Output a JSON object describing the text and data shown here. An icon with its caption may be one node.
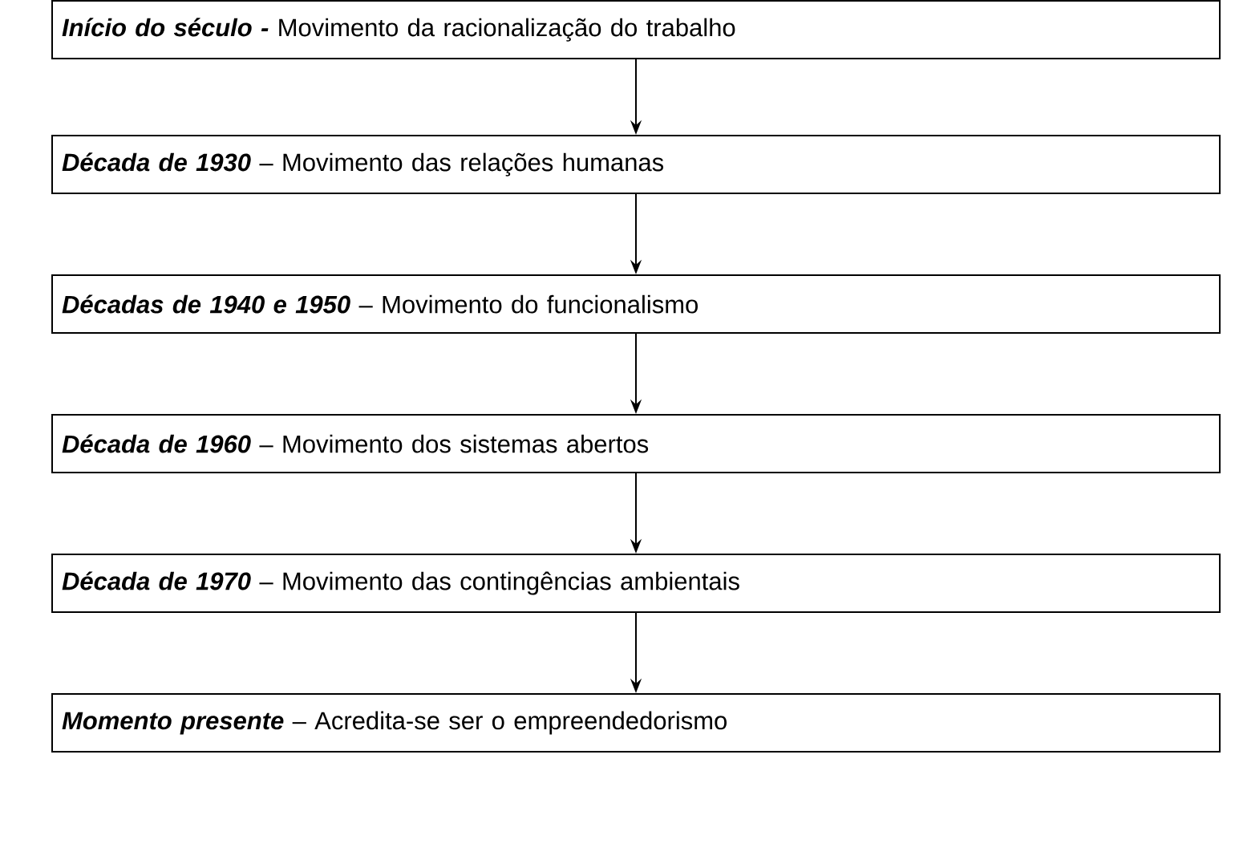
{
  "diagram": {
    "nodes": [
      {
        "text": [
          "Início do século -",
          "Movimento da racionalização do trabalho"
        ]
      },
      {
        "text": [
          "Década de 1930",
          "– Movimento das relações humanas"
        ]
      },
      {
        "text": [
          "Décadas de 1940 e 1950",
          "– Movimento do funcionalismo"
        ]
      },
      {
        "text": [
          "Década de 1960",
          "– Movimento dos sistemas abertos"
        ]
      },
      {
        "text": [
          "Década de 1970",
          "– Movimento das contingências ambientais"
        ]
      },
      {
        "text": [
          "Momento presente",
          "– Acredita-se ser o empreendedorismo"
        ]
      }
    ],
    "edges": [
      {
        "from": 0,
        "to": 1,
        "arrow": "to"
      },
      {
        "from": 1,
        "to": 2,
        "arrow": "to"
      },
      {
        "from": 2,
        "to": 3,
        "arrow": "to"
      },
      {
        "from": 3,
        "to": 4,
        "arrow": "to"
      },
      {
        "from": 4,
        "to": 5,
        "arrow": "to"
      }
    ]
  }
}
